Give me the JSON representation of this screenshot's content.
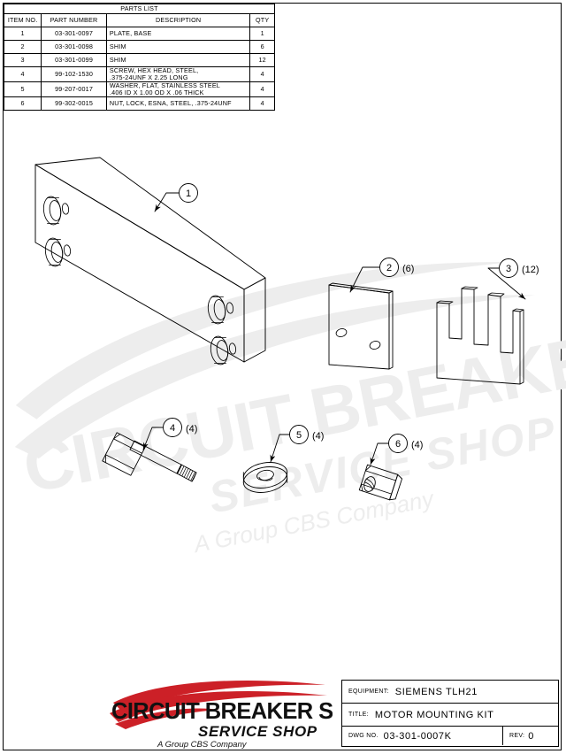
{
  "document": {
    "sheet_title": "PARTS  LIST"
  },
  "parts_list": {
    "title": "PARTS  LIST",
    "columns": [
      "ITEM  NO.",
      "PART  NUMBER",
      "DESCRIPTION",
      "QTY"
    ],
    "rows": [
      {
        "item": "1",
        "part_number": "03-301-0097",
        "description_line1": "PLATE,  BASE",
        "description_line2": "",
        "qty": "1"
      },
      {
        "item": "2",
        "part_number": "03-301-0098",
        "description_line1": "SHIM",
        "description_line2": "",
        "qty": "6"
      },
      {
        "item": "3",
        "part_number": "03-301-0099",
        "description_line1": "SHIM",
        "description_line2": "",
        "qty": "12"
      },
      {
        "item": "4",
        "part_number": "99-102-1530",
        "description_line1": "SCREW,  HEX  HEAD,  STEEL,",
        "description_line2": ".375-24UNF  X  2.25  LONG",
        "qty": "4"
      },
      {
        "item": "5",
        "part_number": "99-207-0017",
        "description_line1": "WASHER,  FLAT,  STAINLESS  STEEL",
        "description_line2": ".406  ID  X  1.00  OD  X  .06  THICK",
        "qty": "4"
      },
      {
        "item": "6",
        "part_number": "99-302-0015",
        "description_line1": "NUT,  LOCK,  ESNA,  STEEL,  .375-24UNF",
        "description_line2": "",
        "qty": "4"
      }
    ]
  },
  "balloons": [
    {
      "id": "1",
      "number": "1",
      "qty_label": "",
      "part": "plate-base"
    },
    {
      "id": "2",
      "number": "2",
      "qty_label": "(6)",
      "part": "shim-flat"
    },
    {
      "id": "3",
      "number": "3",
      "qty_label": "(12)",
      "part": "shim-slotted"
    },
    {
      "id": "4",
      "number": "4",
      "qty_label": "(4)",
      "part": "hex-screw"
    },
    {
      "id": "5",
      "number": "5",
      "qty_label": "(4)",
      "part": "flat-washer"
    },
    {
      "id": "6",
      "number": "6",
      "qty_label": "(4)",
      "part": "lock-nut"
    }
  ],
  "title_block": {
    "equipment_label": "EQUIPMENT:",
    "equipment_value": "SIEMENS  TLH21",
    "title_label": "TITLE:",
    "title_value": "MOTOR  MOUNTING  KIT",
    "dwg_label": "DWG  NO.",
    "dwg_value": "03-301-0007K",
    "rev_label": "REV:",
    "rev_value": "0"
  },
  "logo": {
    "line1": "CIRCUIT BREAKER SALES",
    "line2": "SERVICE SHOP",
    "line3": "A Group CBS Company"
  },
  "watermark": {
    "line1": "CIRCUIT BREAKER SALES",
    "line2": "SERVICE SHOP",
    "line3": "A Group CBS Company"
  },
  "colors": {
    "logo_red": "#CC2027",
    "logo_black": "#111111",
    "line": "#000000",
    "watermark": "#EDEDED",
    "paper": "#FFFFFF"
  }
}
